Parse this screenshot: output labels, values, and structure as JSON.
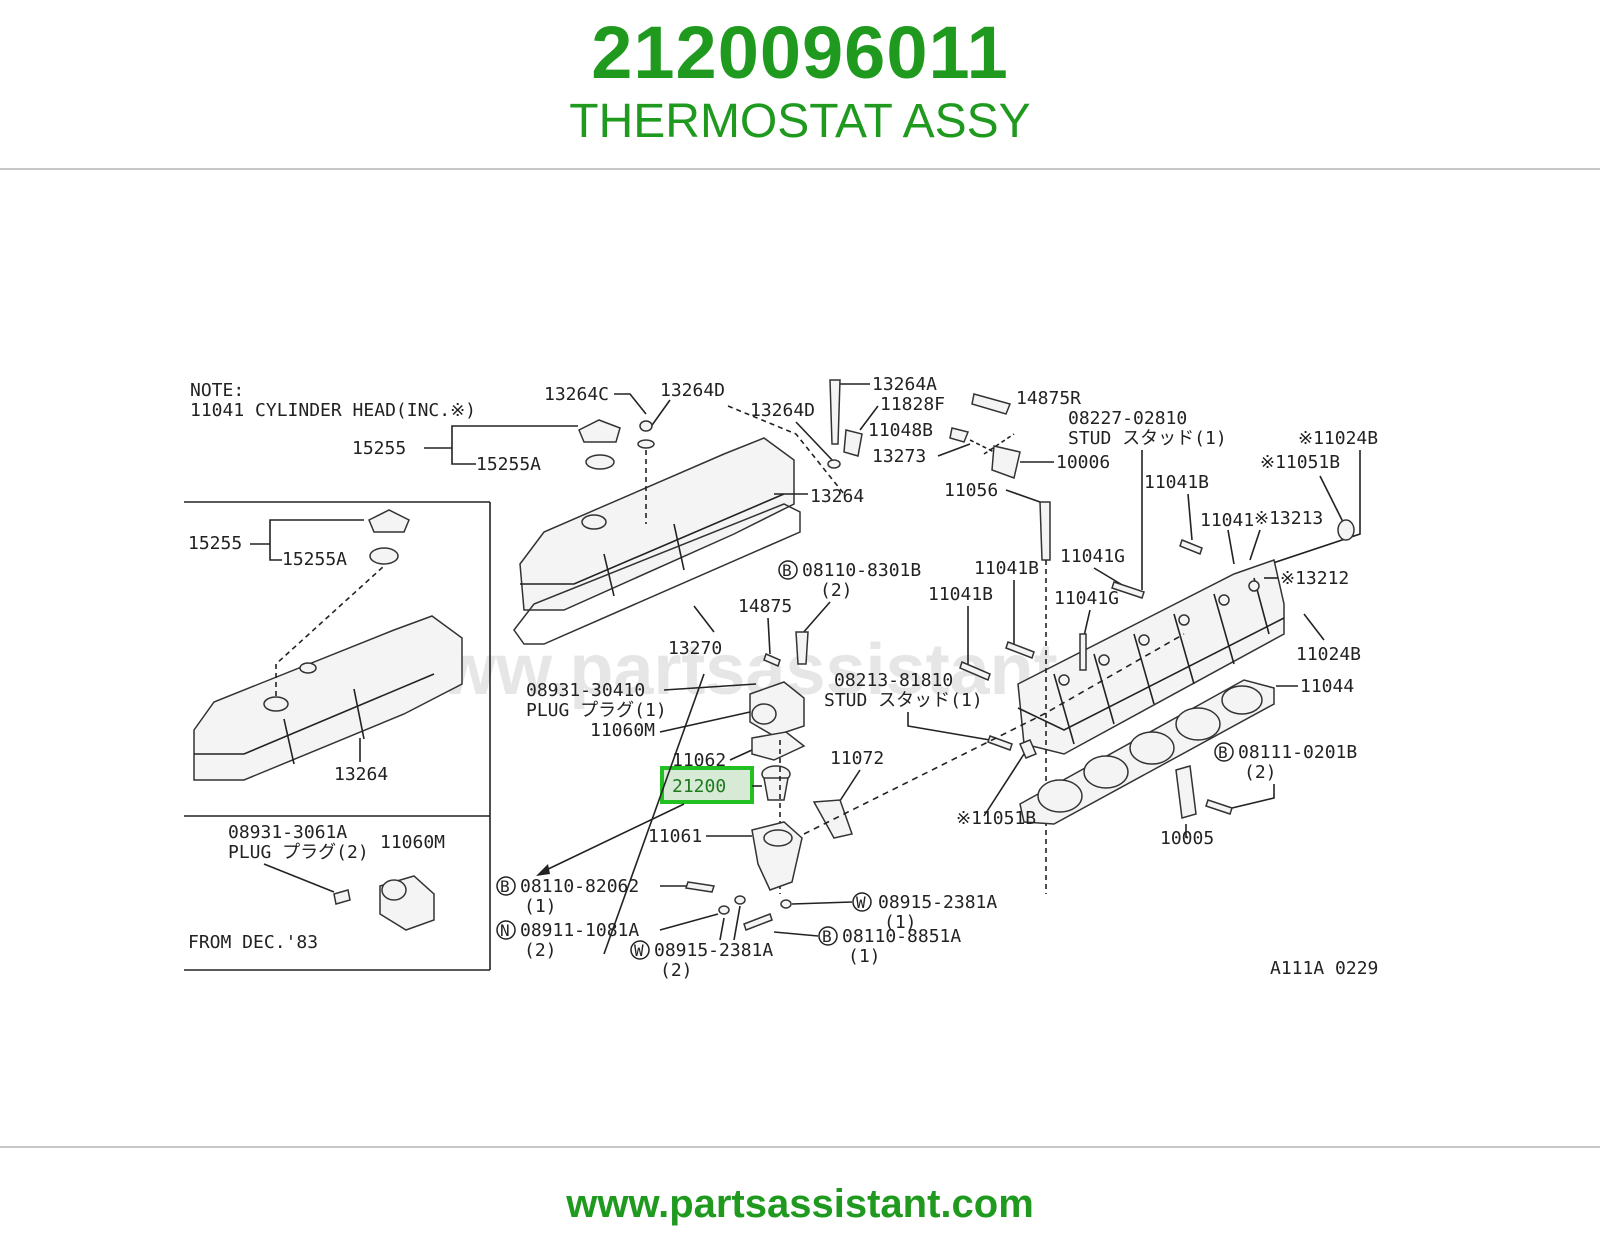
{
  "header": {
    "part_number": "2120096011",
    "part_name": "THERMOSTAT ASSY"
  },
  "footer": {
    "url": "www.partsassistant.com"
  },
  "diagram": {
    "watermark": "www.partsassistant",
    "note_line1": "NOTE:",
    "note_line2": "11041 CYLINDER HEAD(INC.※)",
    "inset_date": "FROM DEC.'83",
    "ref_code": "A111A 0229",
    "highlight_label": "21200",
    "labels": {
      "l13264C": "13264C",
      "l13264D_top": "13264D",
      "l13264A": "13264A",
      "l14875R": "14875R",
      "l08227": "08227-02810",
      "lstud1": "STUD スタッド(1)",
      "l11024B_top": "※11024B",
      "l11051B_top": "※11051B",
      "l13264D_mid": "13264D",
      "l11828F": "11828F",
      "l11048B": "11048B",
      "l13273": "13273",
      "l10006": "10006",
      "l15255_a": "15255",
      "l15255A_a": "15255A",
      "l13264_top": "13264",
      "l11056": "11056",
      "l11041B_top": "11041B",
      "l11041": "11041",
      "l13213": "※13213",
      "l15255_b": "15255",
      "l15255A_b": "15255A",
      "l08110_8301B": "08110-8301B",
      "l8301B_qty": "(2)",
      "l11041G_a": "11041G",
      "l13212": "※13212",
      "l11041B_mid": "11041B",
      "l11041B_left": "11041B",
      "l11041G_b": "11041G",
      "l14875": "14875",
      "l11024B_low": "11024B",
      "l13270": "13270",
      "l08931_30410": "08931-30410",
      "lplug1": "PLUG プラグ(1)",
      "l08213": "08213-81810",
      "lstud2": "STUD スタッド(1)",
      "l11044": "11044",
      "l11060M_a": "11060M",
      "l11062": "11062",
      "l08111": "08111-0201B",
      "l08111_qty": "(2)",
      "l13264_inset": "13264",
      "l11072": "11072",
      "l11051B_low": "※11051B",
      "l10005": "10005",
      "l08931_3061A": "08931-3061A",
      "lplug2": "PLUG プラグ(2)",
      "l11060M_b": "11060M",
      "l11061": "11061",
      "l08110_82062": "08110-82062",
      "l82062_qty": "(1)",
      "l08915_top": "08915-2381A",
      "l08915_top_qty": "(1)",
      "l08911": "08911-1081A",
      "l08911_qty": "(2)",
      "l08110_8851A": "08110-8851A",
      "l8851A_qty": "(1)",
      "l08915_low": "08915-2381A",
      "l08915_low_qty": "(2)"
    },
    "symbols": {
      "B": "B",
      "N": "N",
      "W": "W"
    },
    "highlight_color": "#22c022",
    "accent_color": "#1f9a1f"
  }
}
